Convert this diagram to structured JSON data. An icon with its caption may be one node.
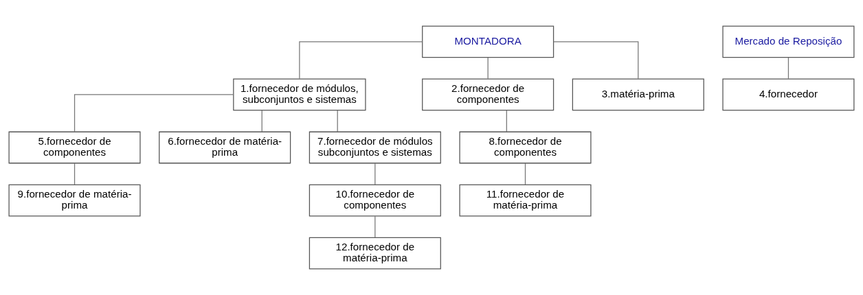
{
  "diagram": {
    "nodes": [
      {
        "text": [
          "MONTADORA"
        ]
      },
      {
        "text": [
          "Mercado de Reposição"
        ]
      },
      {
        "text": [
          "1.fornecedor de módulos, subconjuntos e sistemas"
        ]
      },
      {
        "text": [
          "2.fornecedor de componentes"
        ]
      },
      {
        "text": [
          "3.matéria-prima"
        ]
      },
      {
        "text": [
          "4.fornecedor"
        ]
      },
      {
        "text": [
          "5.fornecedor de componentes"
        ]
      },
      {
        "text": [
          "6.fornecedor de matéria-prima"
        ]
      },
      {
        "text": [
          "7.fornecedor de módulos subconjuntos e sistemas"
        ]
      },
      {
        "text": [
          "8.fornecedor de componentes"
        ]
      },
      {
        "text": [
          "9.fornecedor de matéria-prima"
        ]
      },
      {
        "text": [
          "10.fornecedor de componentes"
        ]
      },
      {
        "text": [
          "11.fornecedor de matéria-prima"
        ]
      },
      {
        "text": [
          "12.fornecedor de matéria-prima"
        ]
      }
    ],
    "edges": [
      {
        "from": 0,
        "to": 2,
        "arrow": "none"
      },
      {
        "from": 0,
        "to": 3,
        "arrow": "none"
      },
      {
        "from": 0,
        "to": 4,
        "arrow": "none"
      },
      {
        "from": 1,
        "to": 5,
        "arrow": "none"
      },
      {
        "from": 2,
        "to": 6,
        "arrow": "none"
      },
      {
        "from": 2,
        "to": 7,
        "arrow": "none"
      },
      {
        "from": 2,
        "to": 8,
        "arrow": "none"
      },
      {
        "from": 3,
        "to": 9,
        "arrow": "none"
      },
      {
        "from": 6,
        "to": 10,
        "arrow": "none"
      },
      {
        "from": 8,
        "to": 11,
        "arrow": "none"
      },
      {
        "from": 9,
        "to": 12,
        "arrow": "none"
      },
      {
        "from": 11,
        "to": 13,
        "arrow": "none"
      }
    ]
  }
}
